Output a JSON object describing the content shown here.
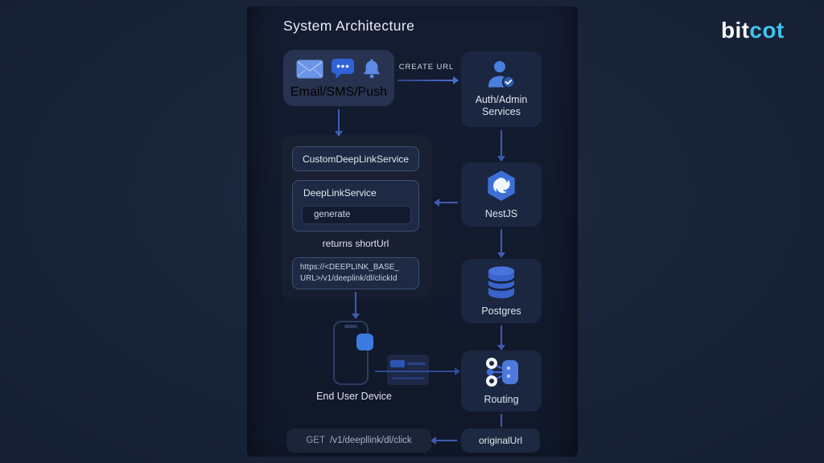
{
  "brand": {
    "bit": "bit",
    "cot": "cot"
  },
  "title": "System Architecture",
  "diagram": {
    "email_box": {
      "label": "Email/SMS/Push"
    },
    "create_url_label": "CREATE URL",
    "auth_box": {
      "line1": "Auth/Admin",
      "line2": "Services"
    },
    "custom_deeplink_box": {
      "label": "CustomDeepLinkService"
    },
    "deeplink_service_box": {
      "label": "DeepLinkService",
      "method": "generate"
    },
    "returns_note": "returns shortUrl",
    "short_url_box": {
      "line1": "https://<DEEPLINK_BASE_",
      "line2": "URL>/v1/deeplink/dl/clickId"
    },
    "nestjs_box": {
      "label": "NestJS"
    },
    "postgres_box": {
      "label": "Postgres"
    },
    "routing_box": {
      "label": "Routing"
    },
    "device": {
      "label": "End User Device"
    },
    "original_url_box": {
      "label": "originalUrl"
    },
    "get_box": {
      "method": "GET",
      "path": "/v1/deepllink/dl/click"
    }
  },
  "colors": {
    "outer_background": "#1a2438",
    "panel_background": "#111a2c",
    "node_background": "#1b2740",
    "email_node_background": "#273350",
    "box_border": "#3e4e72",
    "arrow": "#3d5bb2",
    "icon_blue": "#3f6fd6",
    "app_blue": "#3b7be0",
    "brand_cyan": "#3fc5ef",
    "text_light": "#e9edf4",
    "text_muted": "#a7b2c6"
  }
}
